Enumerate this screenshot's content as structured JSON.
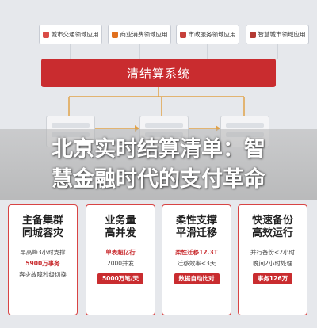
{
  "apps": [
    {
      "label": "城市交通领域应用"
    },
    {
      "label": "商业消费领域应用"
    },
    {
      "label": "市政服务领域应用"
    },
    {
      "label": "智慧城市领域应用"
    }
  ],
  "system_banner": "清结算系统",
  "headline": {
    "line1": "北京实时结算清单：智",
    "line2": "慧金融时代的支付革命"
  },
  "cards": [
    {
      "title1": "主备集群",
      "title2": "同城容灾",
      "line1": "早高峰3小时支撑",
      "line2": "5900万事务",
      "line3": "容灾故障秒级切换",
      "pill": ""
    },
    {
      "title1": "业务量",
      "title2": "高并发",
      "line1": "单表超亿行",
      "line2": "2000并发",
      "line3": "",
      "pill": "5000万笔/天"
    },
    {
      "title1": "柔性支撑",
      "title2": "平滑迁移",
      "line1": "柔性迁移12.3T",
      "line2": "迁移效率<3天",
      "line3": "",
      "pill": "数据自动比对"
    },
    {
      "title1": "快速备份",
      "title2": "高效运行",
      "line1": "并行备份<2小时",
      "line2": "晚间2小时处理",
      "line3": "",
      "pill": "事务126万"
    }
  ],
  "colors": {
    "accent": "#c92c2f",
    "background": "#e6e8ec"
  }
}
